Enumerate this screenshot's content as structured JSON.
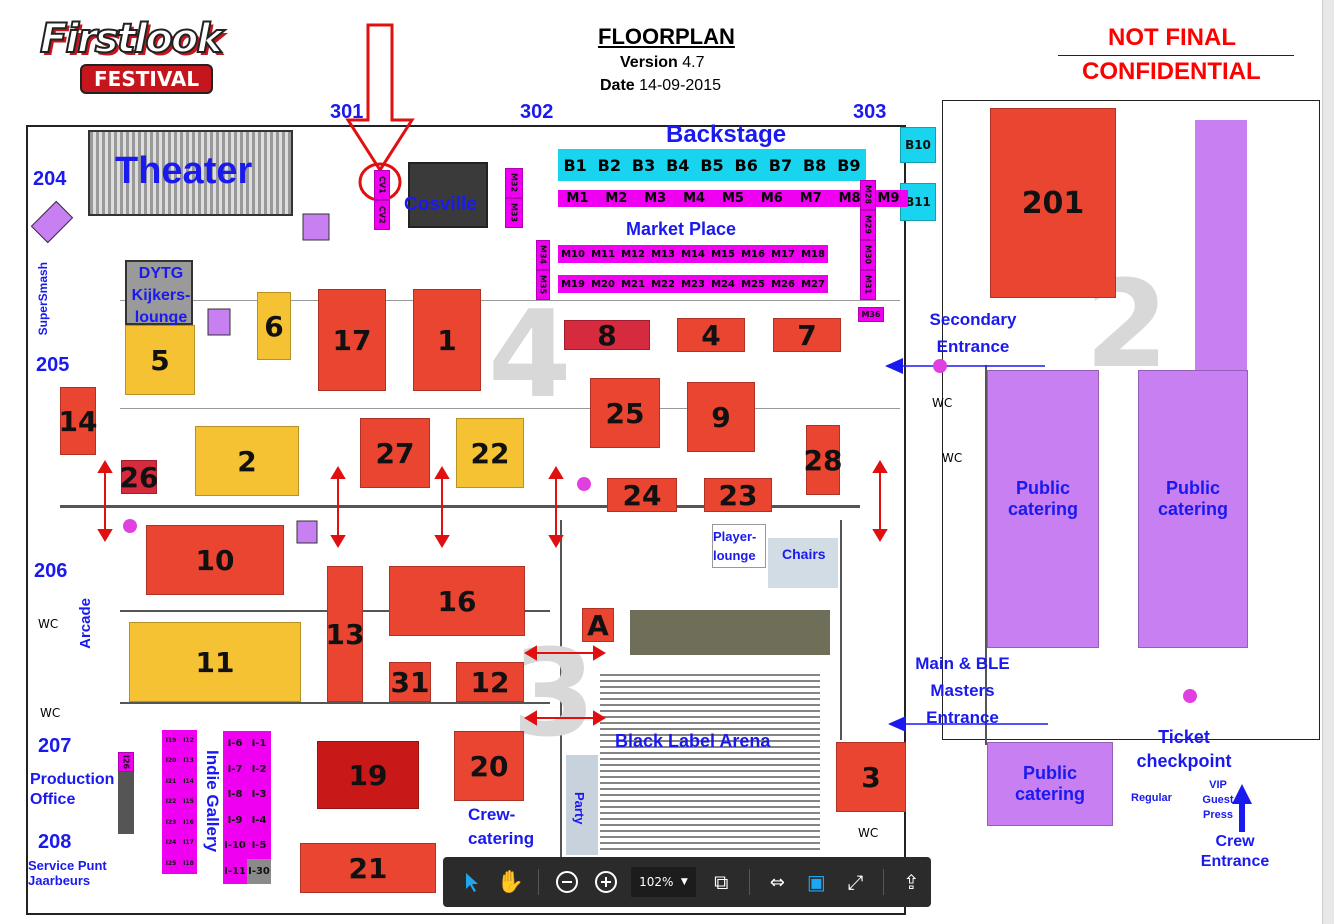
{
  "header": {
    "logo_top": "Firstlook",
    "logo_bottom": "FESTIVAL",
    "title": "FLOORPLAN",
    "version_label": "Version",
    "version": "4.7",
    "date_label": "Date",
    "date": "14-09-2015",
    "notice_line1": "NOT FINAL",
    "notice_line2": "CONFIDENTIAL"
  },
  "rooms": {
    "r301": "301",
    "r302": "302",
    "r303": "303",
    "r204": "204",
    "r205": "205",
    "r206": "206",
    "r207": "207",
    "r208": "208"
  },
  "areas": {
    "theater": "Theater",
    "cosville": "Cosville",
    "backstage": "Backstage",
    "market_place": "Market Place",
    "dytg": "DYTG Kijkers-lounge",
    "supersmash": "SuperSmash",
    "arcade": "Arcade",
    "secondary_entrance": "Secondary Entrance",
    "main_entrance": "Main & BLE Masters Entrance",
    "black_label_arena": "Black Label Arena",
    "player_lounge": "Player-lounge",
    "chairs": "Chairs",
    "indie_gallery": "Indie Gallery",
    "production_office": "Production Office",
    "service": "Service Punt Jaarbeurs",
    "crew_catering": "Crew-catering",
    "party": "Party",
    "public_catering_1": "Public catering",
    "public_catering_2": "Public catering",
    "public_catering_3": "Public catering",
    "ticket_checkpoint": "Ticket checkpoint",
    "regular": "Regular",
    "vip": "VIP Guest Press",
    "crew_entrance": "Crew Entrance",
    "wc": "WC"
  },
  "booths": {
    "b1": "1",
    "b2": "2",
    "b3": "3",
    "b4": "4",
    "b5": "5",
    "b6": "6",
    "b7": "7",
    "b8": "8",
    "b9": "9",
    "b10": "10",
    "b11": "11",
    "b12": "12",
    "b13": "13",
    "b14": "14",
    "b16": "16",
    "b17": "17",
    "b19": "19",
    "b20": "20",
    "b21": "21",
    "b22": "22",
    "b23": "23",
    "b24": "24",
    "b25": "25",
    "b26": "26",
    "b27": "27",
    "b28": "28",
    "b31": "31",
    "bA": "A",
    "b201": "201"
  },
  "backstage_booths": [
    "B1",
    "B2",
    "B3",
    "B4",
    "B5",
    "B6",
    "B7",
    "B8",
    "B9"
  ],
  "backstage_extra": {
    "b10": "B10",
    "b11": "B11"
  },
  "market_row1": [
    "M1",
    "M2",
    "M3",
    "M4",
    "M5",
    "M6",
    "M7",
    "M8",
    "M9"
  ],
  "market_row2": [
    "M10",
    "M11",
    "M12",
    "M13",
    "M14",
    "M15",
    "M16",
    "M17",
    "M18"
  ],
  "market_row3": [
    "M19",
    "M20",
    "M21",
    "M22",
    "M23",
    "M24",
    "M25",
    "M26",
    "M27"
  ],
  "market_side": {
    "m28": "M28",
    "m29": "M29",
    "m30": "M30",
    "m31": "M31",
    "m32": "M32",
    "m33": "M33",
    "m34": "M34",
    "m35": "M35",
    "m36": "M36",
    "cv1": "CV1",
    "cv2": "CV2"
  },
  "indie_small_left": [
    "I19",
    "I20",
    "I21",
    "I22",
    "I23",
    "I24",
    "I25"
  ],
  "indie_small_right": [
    "I12",
    "I13",
    "I14",
    "I15",
    "I16",
    "I17",
    "I18"
  ],
  "indie_left": [
    "I-6",
    "I-7",
    "I-8",
    "I-9",
    "I-10",
    "I-11"
  ],
  "indie_right": [
    "I-1",
    "I-2",
    "I-3",
    "I-4",
    "I-5",
    "I-30"
  ],
  "indie_extra": {
    "i26": "I26"
  },
  "hall_numbers": {
    "h4": "4",
    "h2": "2",
    "h3": "3"
  },
  "toolbar": {
    "zoom": "102%"
  },
  "colors": {
    "booth_red": "#ea4530",
    "booth_yellow": "#f5c233",
    "magenta": "#f000f0",
    "cyan": "#18d4ee",
    "purple": "#c77ff2",
    "label_blue": "#1a1aee",
    "notice_red": "#ff0000"
  }
}
